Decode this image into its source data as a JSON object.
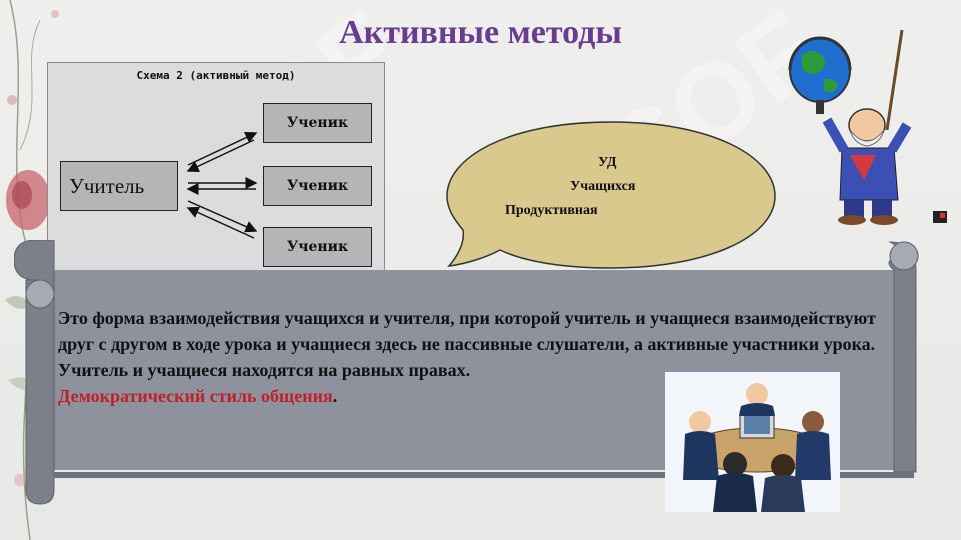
{
  "title": "Активные методы",
  "schema": {
    "caption": "Схема 2 (активный метод)",
    "teacher": "Учитель",
    "students": [
      "Ученик",
      "Ученик",
      "Ученик"
    ]
  },
  "bubble": {
    "line1": "УД",
    "line2": "Учащихся",
    "line3": "Продуктивная"
  },
  "body": {
    "text": "Это форма взаимодействия учащихся и учителя, при которой учитель и учащиеся взаимодействуют друг с другом в ходе урока и учащиеся здесь не пассивные слушатели, а активные участники урока.",
    "line2": "Учитель и учащиеся находятся на равных правах.",
    "red_text": "Демократический стиль общения",
    "period": "."
  },
  "colors": {
    "title": "#6a3c8f",
    "bubble_fill": "#d9c98c",
    "scroll_fill": "#8d929c",
    "highlight": "#c0202a"
  },
  "icons": [
    "globe-professor-illustration",
    "students-at-table-illustration",
    "floral-decoration"
  ]
}
